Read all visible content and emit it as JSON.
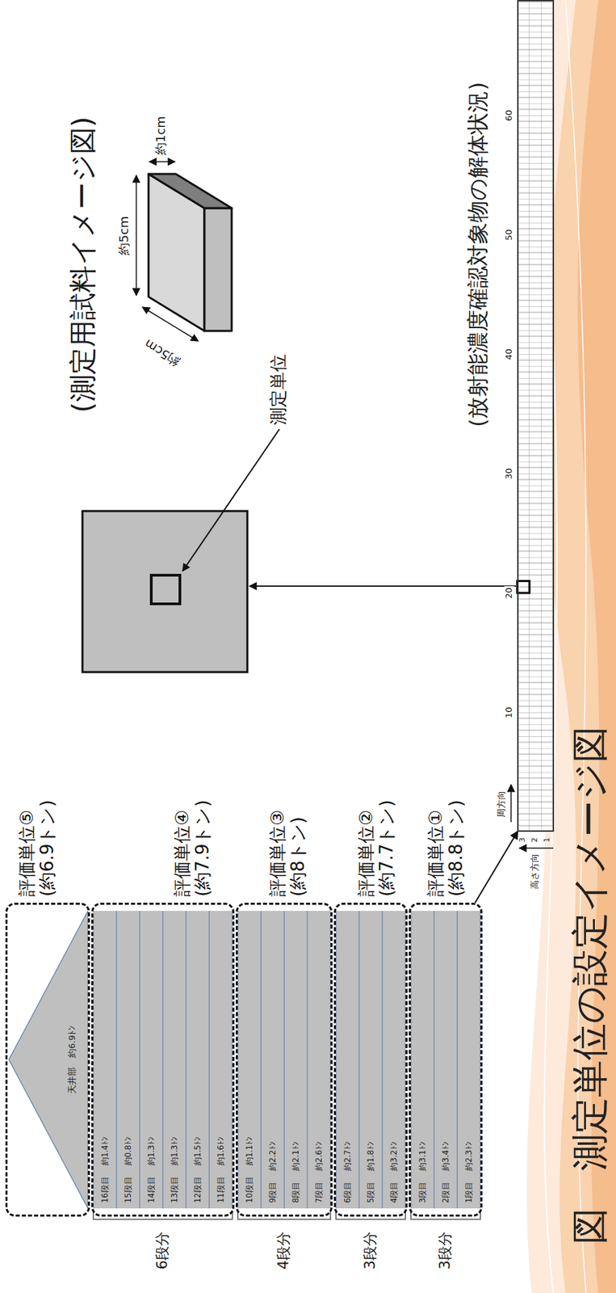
{
  "diagram": {
    "caption": "図　測定単位の設定イメージ図",
    "nodes": [
      {
        "text": [
          "評価単位⑤",
          "(約6.9トン)"
        ]
      },
      {
        "text": [
          "天井部",
          "約6.9ﾄﾝ"
        ],
        "in": 0
      },
      {
        "text": [
          "評価単位④",
          "(約7.9トン)"
        ]
      },
      {
        "text": [
          "16段目",
          "約1.4ﾄﾝ"
        ],
        "in": 2
      },
      {
        "text": [
          "15段目",
          "約0.8ﾄﾝ"
        ],
        "in": 2
      },
      {
        "text": [
          "14段目",
          "約1.3ﾄﾝ"
        ],
        "in": 2
      },
      {
        "text": [
          "13段目",
          "約1.3ﾄﾝ"
        ],
        "in": 2
      },
      {
        "text": [
          "12段目",
          "約1.5ﾄﾝ"
        ],
        "in": 2
      },
      {
        "text": [
          "11段目",
          "約1.6ﾄﾝ"
        ],
        "in": 2
      },
      {
        "text": [
          "評価単位③",
          "(約8トン)"
        ]
      },
      {
        "text": [
          "10段目",
          "約1.1ﾄﾝ"
        ],
        "in": 9
      },
      {
        "text": [
          "9段目",
          "約2.2ﾄﾝ"
        ],
        "in": 9
      },
      {
        "text": [
          "8段目",
          "約2.1ﾄﾝ"
        ],
        "in": 9
      },
      {
        "text": [
          "7段目",
          "約2.6ﾄﾝ"
        ],
        "in": 9
      },
      {
        "text": [
          "評価単位②",
          "(約7.7トン)"
        ]
      },
      {
        "text": [
          "6段目",
          "約2.7ﾄﾝ"
        ],
        "in": 14
      },
      {
        "text": [
          "5段目",
          "約1.8ﾄﾝ"
        ],
        "in": 14
      },
      {
        "text": [
          "4段目",
          "約3.2ﾄﾝ"
        ],
        "in": 14
      },
      {
        "text": [
          "評価単位①",
          "(約8.8トン)"
        ]
      },
      {
        "text": [
          "3段目",
          "約3.1ﾄﾝ"
        ],
        "in": 18
      },
      {
        "text": [
          "2段目",
          "約3.4ﾄﾝ"
        ],
        "in": 18
      },
      {
        "text": [
          "1段目",
          "約2.3ﾄﾝ"
        ],
        "in": 18
      },
      {
        "text": [
          "(放射能濃度確認対象物の解体状況)"
        ]
      }
    ],
    "edges": [
      {
        "from": 18,
        "to": 22,
        "arrow": "to"
      }
    ],
    "labels": [
      "6段分",
      "4段分",
      "3段分",
      "3段分",
      "1",
      "2",
      "3",
      "高さ方向",
      "周方向",
      "10",
      "20",
      "30",
      "40",
      "50",
      "60",
      "測定単位",
      "(測定用試料イメージ図)",
      "約5cm",
      "約5cm",
      "約1cm"
    ]
  }
}
